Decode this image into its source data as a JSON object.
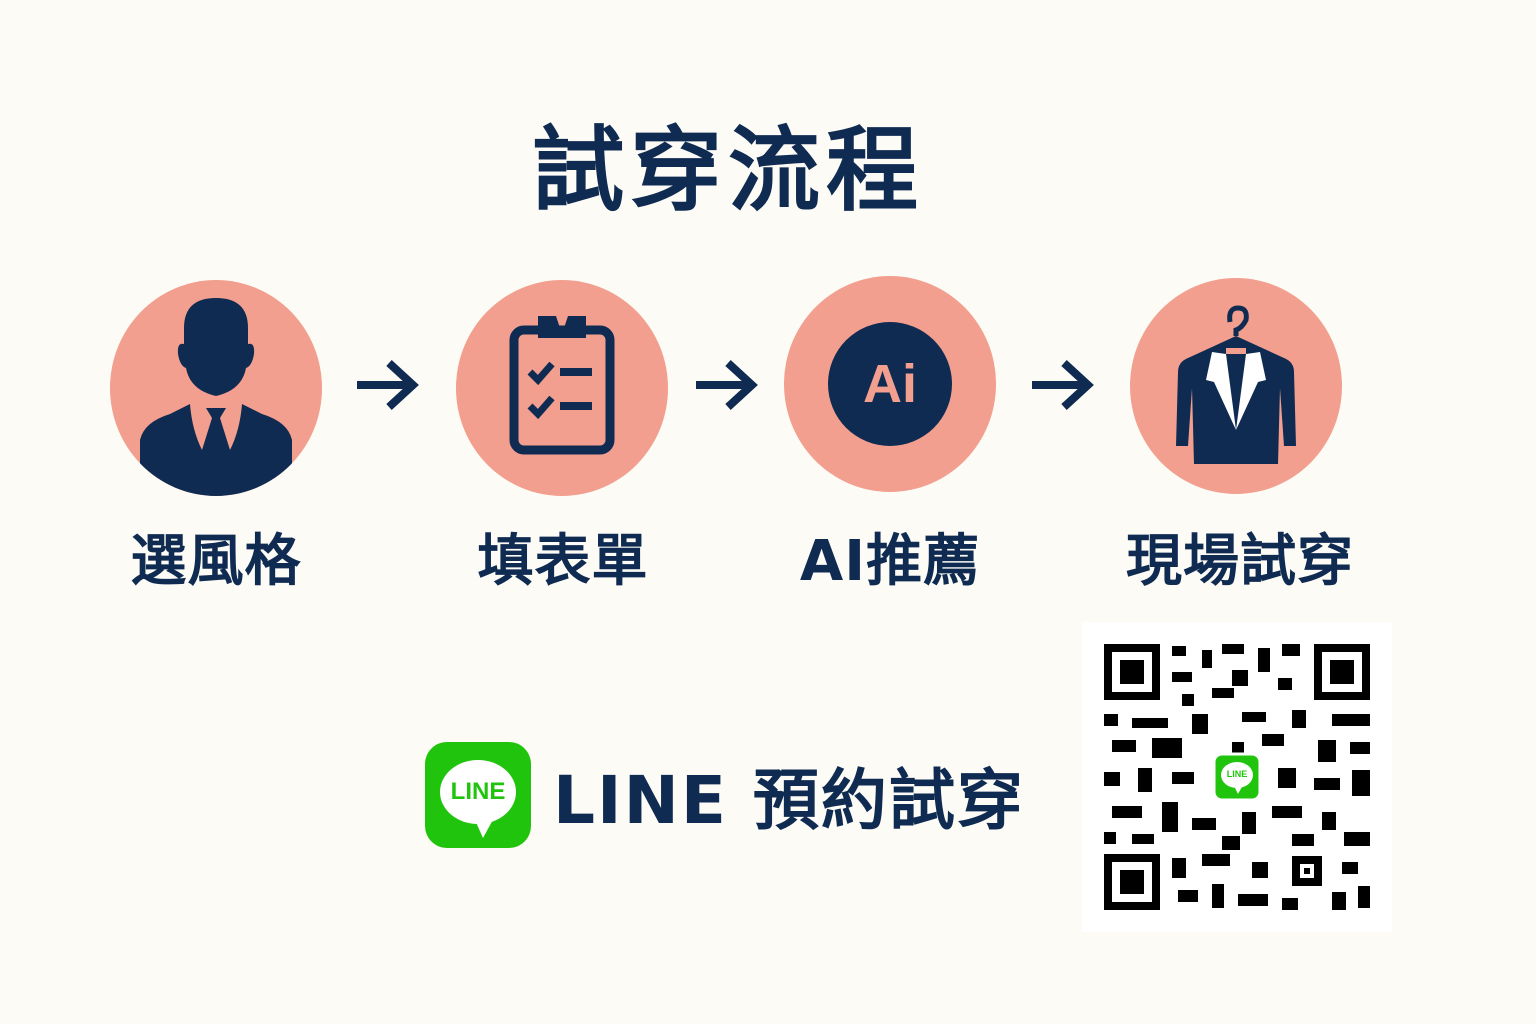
{
  "title": "試穿流程",
  "steps": [
    {
      "label": "選風格",
      "icon": "businessman-icon"
    },
    {
      "label": "填表單",
      "icon": "clipboard-checklist-icon"
    },
    {
      "label": "AI推薦",
      "icon": "ai-badge-icon",
      "icon_text": "Ai"
    },
    {
      "label": "現場試穿",
      "icon": "suit-on-hanger-icon"
    }
  ],
  "cta": {
    "logo_text": "LINE",
    "text": "LINE 預約試穿"
  },
  "qr": {
    "center_logo_text": "LINE"
  },
  "colors": {
    "background": "#fdfbf5",
    "navy": "#0f2b52",
    "salmon": "#f29f8f",
    "line_green": "#21c40c"
  }
}
